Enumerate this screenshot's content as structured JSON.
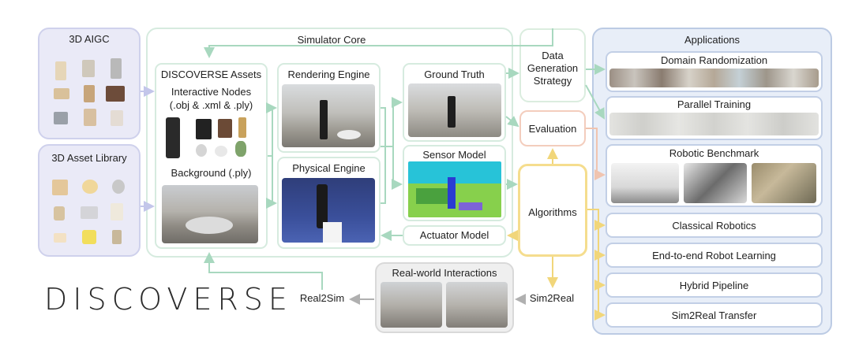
{
  "left": {
    "aigc_title": "3D AIGC",
    "library_title": "3D Asset Library"
  },
  "core": {
    "title": "Simulator Core",
    "assets_title": "DISCOVERSE Assets",
    "interactive_nodes": "Interactive Nodes",
    "interactive_formats": "(.obj & .xml & .ply)",
    "background": "Background (.ply)",
    "rendering_engine": "Rendering Engine",
    "physical_engine": "Physical Engine",
    "ground_truth": "Ground Truth",
    "sensor_model": "Sensor Model",
    "actuator_model": "Actuator Model"
  },
  "middle": {
    "data_generation_l1": "Data",
    "data_generation_l2": "Generation",
    "data_generation_l3": "Strategy",
    "evaluation": "Evaluation",
    "algorithms": "Algorithms"
  },
  "applications": {
    "title": "Applications",
    "items": [
      "Domain Randomization",
      "Parallel Training",
      "Robotic Benchmark",
      "Classical Robotics",
      "End-to-end Robot Learning",
      "Hybrid Pipeline",
      "Sim2Real Transfer"
    ]
  },
  "bottom": {
    "logo_text": "DISCOVERSE",
    "real2sim": "Real2Sim",
    "sim2real": "Sim2Real",
    "real_world": "Real-world Interactions"
  },
  "colors": {
    "purple_panel": "#e9e9f6",
    "purple_border": "#c9cbe8",
    "core_border": "#d3e8dc",
    "green": "#a8d8bf",
    "salmon": "#f0c4b0",
    "yellow": "#f3dc8a",
    "apps_bg": "#e7edf7",
    "apps_border": "#b9c8e2",
    "gray_panel": "#efefef"
  }
}
